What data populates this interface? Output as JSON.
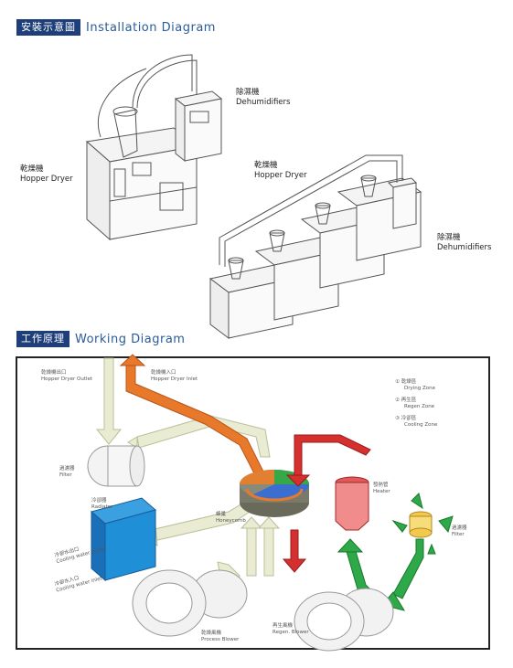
{
  "install": {
    "tag": "安裝示意圖",
    "title": "Installation Diagram",
    "label_dehum_1_zh": "除濕機",
    "label_dehum_1_en": "Dehumidifiers",
    "label_hopper_1_zh": "乾燥機",
    "label_hopper_1_en": "Hopper Dryer",
    "label_hopper_2_zh": "乾燥機",
    "label_hopper_2_en": "Hopper Dryer",
    "label_dehum_2_zh": "除濕機",
    "label_dehum_2_en": "Dehumidifiers"
  },
  "working": {
    "tag": "工作原理",
    "title": "Working Diagram",
    "outlet_zh": "乾燥機出口",
    "outlet_en": "Hopper Dryer Outlet",
    "inlet_zh": "乾燥機入口",
    "inlet_en": "Hopper Dryer Inlet",
    "filter1_zh": "過濾器",
    "filter1_en": "Filter",
    "radiator_zh": "冷卻器",
    "radiator_en": "Radiator",
    "cooling_out_zh": "冷卻水出口",
    "cooling_out_en": "Cooling water outlet",
    "cooling_in_zh": "冷卻水入口",
    "cooling_in_en": "Cooling water inlet",
    "honeycomb_zh": "蜂巢",
    "honeycomb_en": "Honeycomb",
    "heater_zh": "發熱管",
    "heater_en": "Heater",
    "filter2_zh": "過濾器",
    "filter2_en": "Filter",
    "process_zh": "乾燥風機",
    "process_en": "Process Blower",
    "regen_zh": "再生風機",
    "regen_en": "Regen. Blower",
    "zones": [
      {
        "num": "①",
        "zh": "乾燥區",
        "en": "Drying Zone"
      },
      {
        "num": "②",
        "zh": "再生區",
        "en": "Regen Zone"
      },
      {
        "num": "③",
        "zh": "冷卻區",
        "en": "Cooling Zone"
      }
    ],
    "colors": {
      "process": "#e9ecd2",
      "inlet": "#e8782a",
      "regen": "#d43030",
      "cooling": "#2fa84a",
      "radiator": "#1f8fd8"
    }
  }
}
